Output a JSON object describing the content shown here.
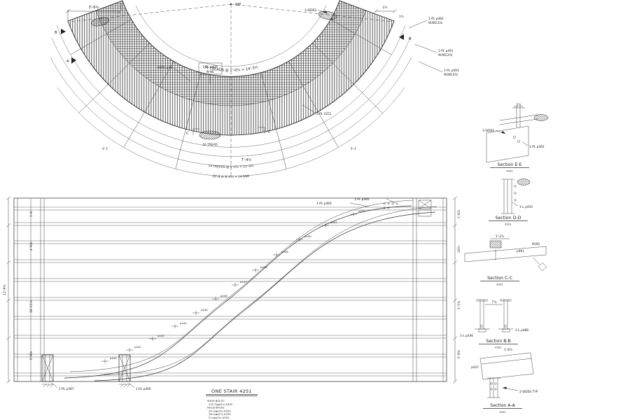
{
  "plan": {
    "wp": "WP",
    "dim_top_left": "3'-6¾",
    "dim_top_right": "2⅞",
    "dim_top_right2": "1¾",
    "sides3": "3-SIDES",
    "marker_b": "B",
    "marker_a": "A",
    "marker_c": "C",
    "treads_top": "14 TREADS @ 1'-0¼ = 14'-3½",
    "grtg": "GRTG p38",
    "pl_center_1": "1-PL p409",
    "pl_center_2": "W.NS",
    "pl_r1a": "1-PL p482",
    "pl_r1b": "W.NE(2G)",
    "pl_r2a": "1-PL p491",
    "pl_r2b": "W.NE(2G)",
    "pl_r3a": "1-PL p493",
    "pl_r3b": "W.NE(2G)",
    "pl_4251": "1-PL 4251",
    "tread16": "16 TREAD",
    "dim_bottom_center": "7'-4½",
    "dim_bottom_left": "3'-1",
    "dim_bottom_right": "5'-1",
    "arc_text_1": "14 TREADS @ 1'-2¾ = 21'-4¾",
    "arc_text_2": "22'-6 or 8'-4¼ + 14 RND"
  },
  "elevation": {
    "title": "ONE STAIR 42S1",
    "notes": [
      "SHOP BOLTS:",
      "172-¾φx2¼ A325",
      "FIELD BOLTS:",
      "24-¾φx2¼ A325",
      "16-¾φx1¾ A325",
      "3-¾φx2¼ A325"
    ],
    "dim_left_total": "12'-9⅝",
    "dim_left_a": "1'-6",
    "dim_left_b": "4'-9⅞",
    "dim_left_c": "10'-11¼",
    "dim_left_d": "5'-9⅝",
    "dim_right_a": "1'-6⅞",
    "dim_right_b": "10¾",
    "dim_right_c": "3'-5⅞",
    "dim_right_d": "5'-9⅝",
    "pl_bl1": "1-PL p487",
    "pl_bl2": "1-PL p490",
    "pl_tr1": "1-PL p483",
    "pl_tr2": "1-PL p485",
    "steps": [
      "p441",
      "p442",
      "p443",
      "p444",
      "p445",
      "p446",
      "p447",
      "p448",
      "p449",
      "p450",
      "p451",
      "p452"
    ]
  },
  "sections": [
    {
      "title": "Section E-E",
      "tag": "42S1",
      "l1": "3-SIDES",
      "l2": "1-PL p492",
      "d1": "2⅞"
    },
    {
      "title": "Section D-D",
      "tag": "42S1",
      "l1": "1-L p450"
    },
    {
      "title": "Section C-C",
      "tag": "42S1",
      "l1": "1'-2¾",
      "l2": "p461",
      "l3": "W.NS"
    },
    {
      "title": "Section B-B",
      "tag": "42S1",
      "l1": "1-L p446",
      "l2": "1-L p488",
      "d1": "7⅞"
    },
    {
      "title": "Section A-A",
      "tag": "42S1",
      "l1": "2-SIDES TYP",
      "l2": "p437",
      "d1": "1'-6⅞"
    }
  ]
}
